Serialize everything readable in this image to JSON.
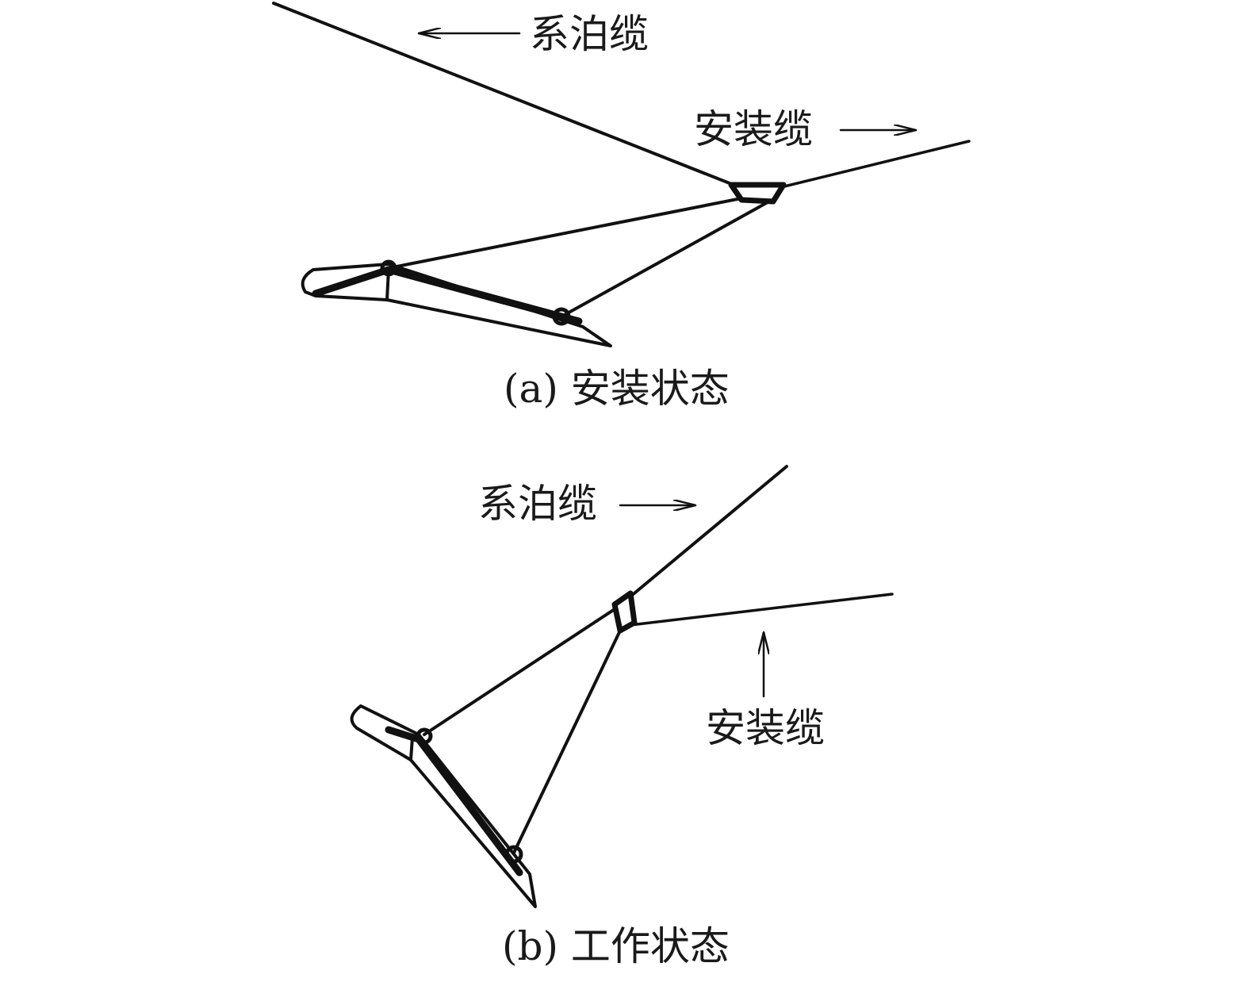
{
  "panel_a": {
    "caption": "(a) 安装状态",
    "label_mooring": "系泊缆",
    "label_install": "安装缆"
  },
  "panel_b": {
    "caption": "(b) 工作状态",
    "label_mooring": "系泊缆",
    "label_install": "安装缆"
  }
}
